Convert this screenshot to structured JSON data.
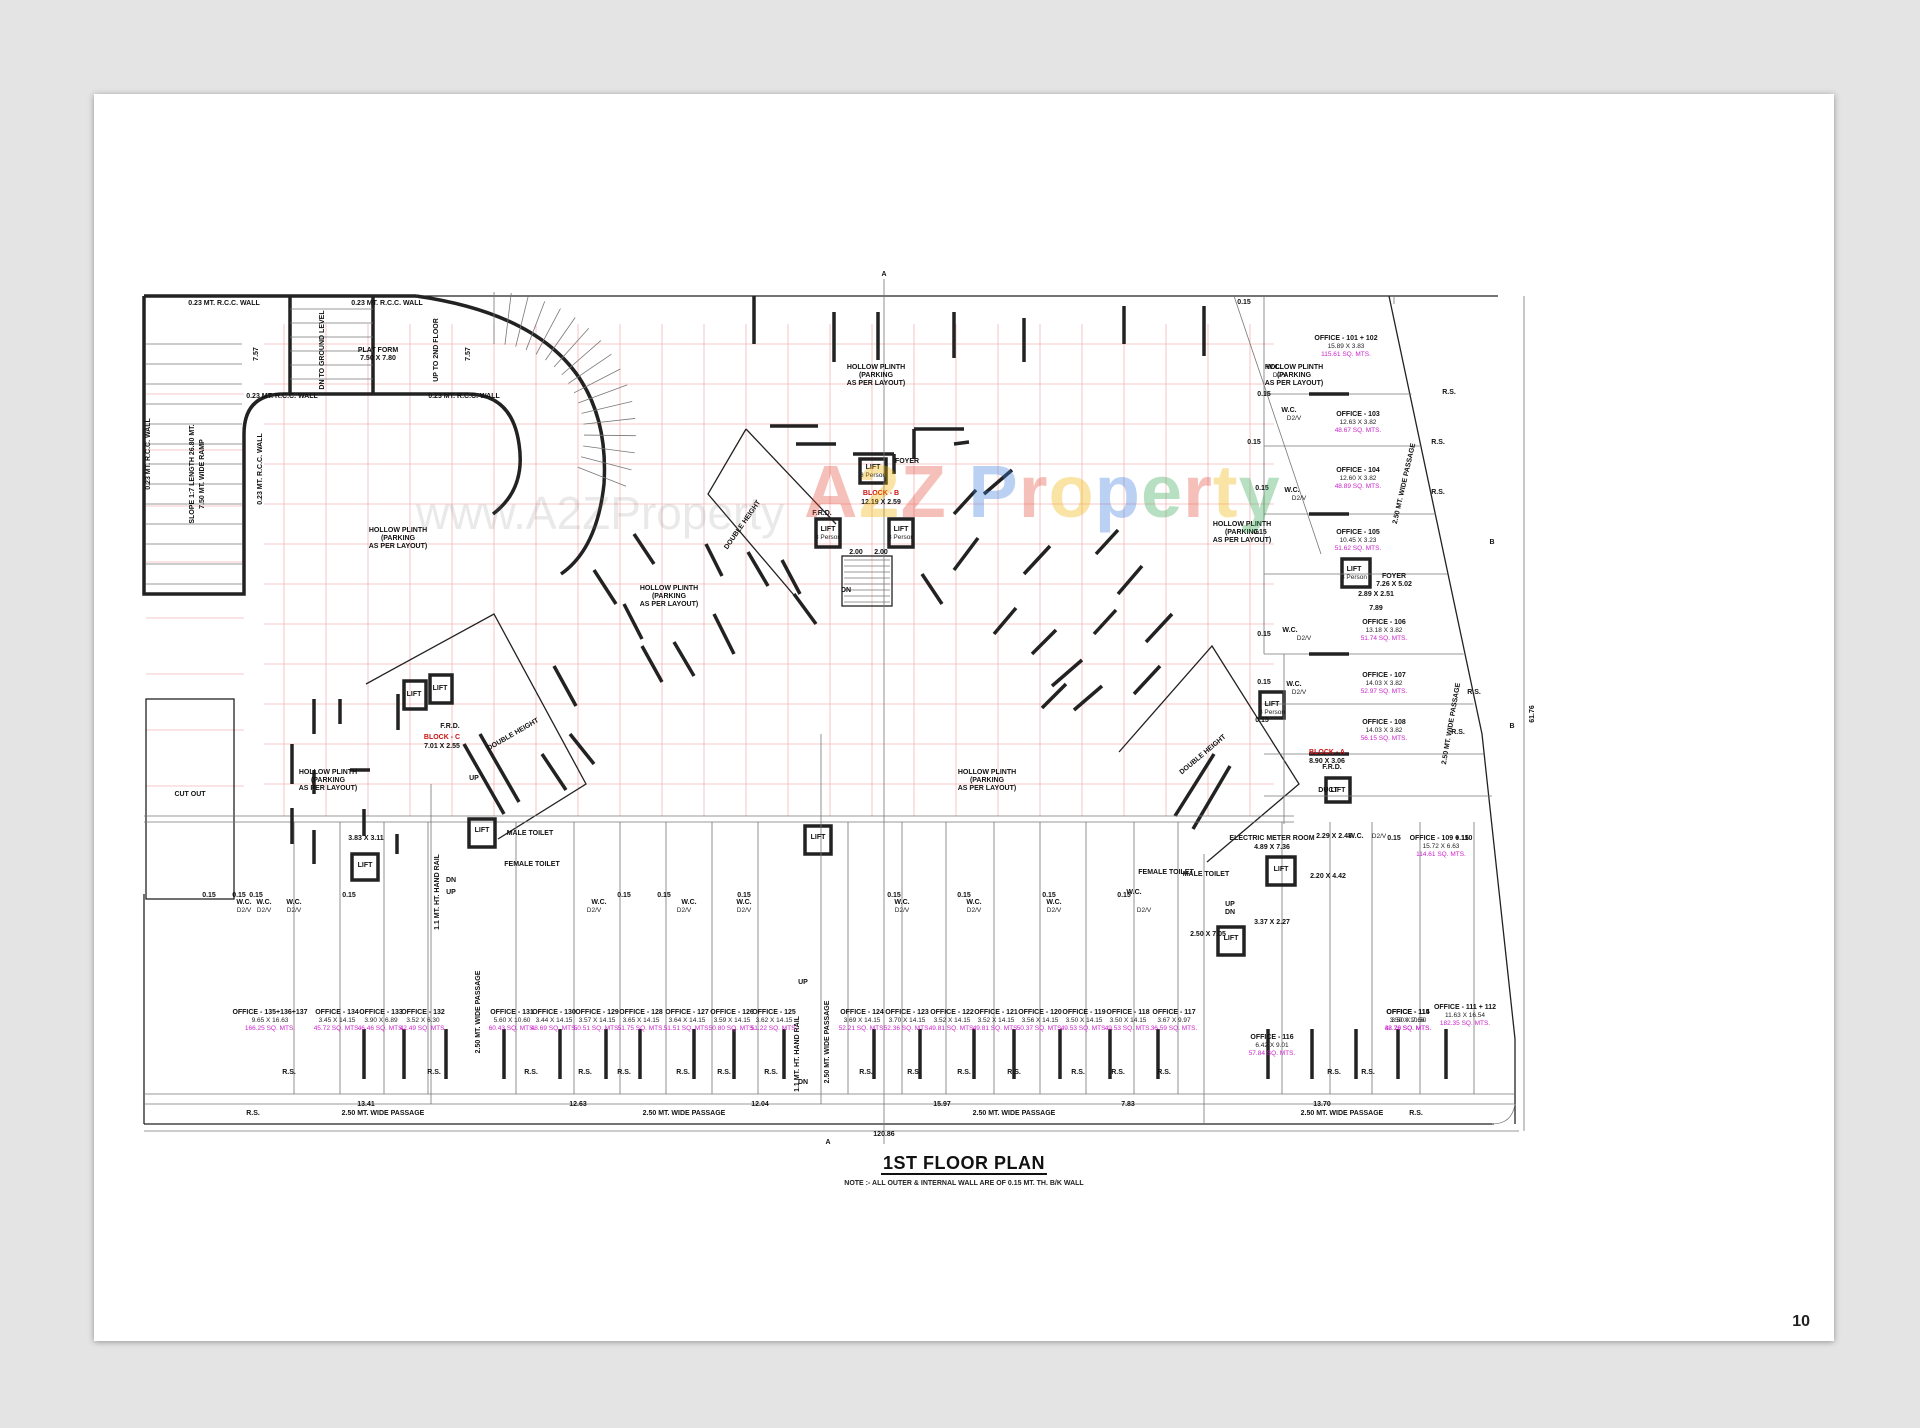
{
  "page": {
    "title": "1ST FLOOR PLAN",
    "note": "NOTE :- ALL OUTER & INTERNAL WALL ARE OF 0.15 MT. TH. B/K WALL",
    "page_number": "10"
  },
  "watermark": {
    "url": "www.A2ZProperty",
    "brand": [
      {
        "ch": "A",
        "color": "#e84c3d"
      },
      {
        "ch": "2",
        "color": "#f0b400"
      },
      {
        "ch": "Z",
        "color": "#e84c3d"
      },
      {
        "ch": " ",
        "color": "#ffffff"
      },
      {
        "ch": "P",
        "color": "#3b7de0"
      },
      {
        "ch": "r",
        "color": "#e84c3d"
      },
      {
        "ch": "o",
        "color": "#f0b400"
      },
      {
        "ch": "p",
        "color": "#3b7de0"
      },
      {
        "ch": "e",
        "color": "#34a853"
      },
      {
        "ch": "r",
        "color": "#e84c3d"
      },
      {
        "ch": "t",
        "color": "#f0b400"
      },
      {
        "ch": "y",
        "color": "#34a853"
      }
    ]
  },
  "labels": {
    "rcc_wall": "0.23 MT. R.C.C. WALL",
    "ramp_dim": "7.57",
    "ramp_top_left": "DN TO GROUND LEVEL",
    "platform": "PLAT FORM",
    "platform_dim": "7.50 X 7.80",
    "ramp_top_right": "UP TO 2ND FLOOR",
    "ramp_slope": "SLOPE 1:7 LENGTH 26.80 MT.",
    "ramp_width": "7.50 MT. WIDE RAMP",
    "hollow_plinth": "HOLLOW PLINTH",
    "parking": "(PARKING",
    "as_per_layout": "AS PER LAYOUT)",
    "double_height": "DOUBLE HEIGHT",
    "cut_out": "CUT OUT",
    "lift": "LIFT",
    "persons": "8 Person",
    "foyer": "FOYER",
    "duct": "DUCT",
    "frd": "F.R.D.",
    "up": "UP",
    "dn": "DN",
    "block_b": "BLOCK - B",
    "block_c": "BLOCK - C",
    "block_a": "BLOCK - A",
    "block_b_dim": "12.19 X 2.59",
    "block_c_dim": "7.01 X 2.55",
    "block_a_dim": "8.90 X 3.06",
    "passage": "2.50 MT. WIDE PASSAGE",
    "rs": "R.S.",
    "wc": "W.C.",
    "d2v": "D2/V",
    "male_toilet": "MALE TOILET",
    "female_toilet": "FEMALE TOILET",
    "electric_meter": "ELECTRIC METER ROOM",
    "electric_dim": "4.89 X 7.36",
    "handrail": "1.1 MT. HT. HAND RAIL",
    "wall_015": "0.15",
    "dim_200": "2.00",
    "dim_total_width": "120.86",
    "dim_total_height": "61.76",
    "section_a": "A",
    "section_b": "B",
    "seg_dims": [
      "13.41",
      "12.63",
      "12.04",
      "15.97",
      "7.83",
      "13.70"
    ],
    "misc_dims": [
      "3.83 X 3.11",
      "2.89 X 2.51",
      "2.29 X 2.48",
      "2.20 X 4.42",
      "3.37 X 2.27",
      "2.50 X 7.05",
      "7.89",
      "7.26 X 5.02"
    ]
  },
  "offices_bottom": [
    {
      "name": "OFFICE - 135+136+137",
      "dim": "9.65 X 16.63",
      "area": "166.25 SQ. MTS."
    },
    {
      "name": "OFFICE - 134",
      "dim": "3.45 X 14.15",
      "area": "45.72 SQ. MTS."
    },
    {
      "name": "OFFICE - 133",
      "dim": "3.90 X 6.89",
      "area": "46.46 SQ. MTS."
    },
    {
      "name": "OFFICE - 132",
      "dim": "3.52 X 6.30",
      "area": "42.49 SQ. MTS."
    },
    {
      "name": "OFFICE - 131",
      "dim": "5.60 X 10.60",
      "area": "60.43 SQ. MTS."
    },
    {
      "name": "OFFICE - 130",
      "dim": "3.44 X 14.15",
      "area": "48.69 SQ. MTS."
    },
    {
      "name": "OFFICE - 129",
      "dim": "3.57 X 14.15",
      "area": "50.51 SQ. MTS."
    },
    {
      "name": "OFFICE - 128",
      "dim": "3.65 X 14.15",
      "area": "51.75 SQ. MTS."
    },
    {
      "name": "OFFICE - 127",
      "dim": "3.64 X 14.15",
      "area": "51.51 SQ. MTS."
    },
    {
      "name": "OFFICE - 126",
      "dim": "3.59 X 14.15",
      "area": "50.80 SQ. MTS."
    },
    {
      "name": "OFFICE - 125",
      "dim": "3.62 X 14.15",
      "area": "51.22 SQ. MTS."
    },
    {
      "name": "OFFICE - 124",
      "dim": "3.69 X 14.15",
      "area": "52.21 SQ. MTS."
    },
    {
      "name": "OFFICE - 123",
      "dim": "3.70 X 14.15",
      "area": "52.36 SQ. MTS."
    },
    {
      "name": "OFFICE - 122",
      "dim": "3.52 X 14.15",
      "area": "49.81 SQ. MTS."
    },
    {
      "name": "OFFICE - 121",
      "dim": "3.52 X 14.15",
      "area": "49.81 SQ. MTS."
    },
    {
      "name": "OFFICE - 120",
      "dim": "3.56 X 14.15",
      "area": "50.37 SQ. MTS."
    },
    {
      "name": "OFFICE - 119",
      "dim": "3.50 X 14.15",
      "area": "49.53 SQ. MTS."
    },
    {
      "name": "OFFICE - 118",
      "dim": "3.50 X 14.15",
      "area": "49.53 SQ. MTS."
    },
    {
      "name": "OFFICE - 117",
      "dim": "3.67 X 9.97",
      "area": "36.59 SQ. MTS."
    },
    {
      "name": "OFFICE - 116",
      "dim": "6.42 X 9.01",
      "area": "57.84 SQ. MTS."
    },
    {
      "name": "OFFICE - 115",
      "dim": "3.50 X 7.66",
      "area": "42.29 SQ. MTS."
    },
    {
      "name": "OFFICE - 114",
      "dim": "3.50 X 10.50",
      "area": "38.76 SQ. MTS."
    }
  ],
  "offices_right": [
    {
      "name": "OFFICE - 101 + 102",
      "dim": "15.89 X 3.83",
      "area": "115.61 SQ. MTS."
    },
    {
      "name": "OFFICE - 103",
      "dim": "12.63 X 3.82",
      "area": "48.67 SQ. MTS."
    },
    {
      "name": "OFFICE - 104",
      "dim": "12.60 X 3.82",
      "area": "48.89 SQ. MTS."
    },
    {
      "name": "OFFICE - 105",
      "dim": "10.45 X 3.23",
      "area": "51.62 SQ. MTS."
    },
    {
      "name": "OFFICE - 106",
      "dim": "13.18 X 3.82",
      "area": "51.74 SQ. MTS."
    },
    {
      "name": "OFFICE - 107",
      "dim": "14.03 X 3.82",
      "area": "52.97 SQ. MTS."
    },
    {
      "name": "OFFICE - 108",
      "dim": "14.03 X 3.82",
      "area": "56.15 SQ. MTS."
    },
    {
      "name": "OFFICE - 109 + 110",
      "dim": "15.72 X 6.63",
      "area": "114.61 SQ. MTS."
    },
    {
      "name": "OFFICE - 111 + 112",
      "dim": "11.63 X 16.54",
      "area": "182.35 SQ. MTS."
    }
  ]
}
